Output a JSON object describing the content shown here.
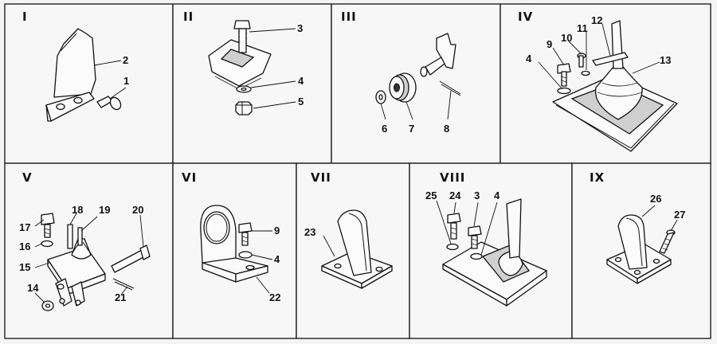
{
  "panels": [
    {
      "id": "I",
      "label": "I",
      "parts": [
        "1",
        "2"
      ]
    },
    {
      "id": "II",
      "label": "II",
      "parts": [
        "3",
        "4",
        "5"
      ]
    },
    {
      "id": "III",
      "label": "III",
      "parts": [
        "6",
        "7",
        "8"
      ]
    },
    {
      "id": "IV",
      "label": "IV",
      "parts": [
        "4",
        "9",
        "10",
        "11",
        "12",
        "13"
      ]
    },
    {
      "id": "V",
      "label": "V",
      "parts": [
        "14",
        "15",
        "16",
        "17",
        "18",
        "19",
        "20",
        "21"
      ]
    },
    {
      "id": "VI",
      "label": "VI",
      "parts": [
        "9",
        "4",
        "22"
      ]
    },
    {
      "id": "VII",
      "label": "VII",
      "parts": [
        "23"
      ]
    },
    {
      "id": "VIII",
      "label": "VIII",
      "parts": [
        "25",
        "24",
        "3",
        "4"
      ]
    },
    {
      "id": "IX",
      "label": "IX",
      "parts": [
        "26",
        "27"
      ]
    }
  ]
}
